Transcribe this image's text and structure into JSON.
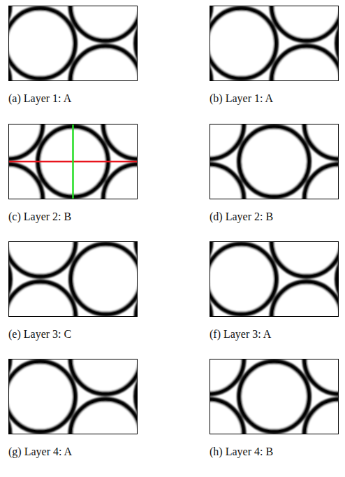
{
  "diagram": {
    "labels": [
      "(a) Layer 1: A",
      "(b) Layer 1: A",
      "(c) Layer 2: B",
      "(d) Layer 2: B",
      "(e) Layer 3: C",
      "(f) Layer 3: A",
      "(g) Layer 4: A",
      "(h) Layer 4: B"
    ]
  }
}
